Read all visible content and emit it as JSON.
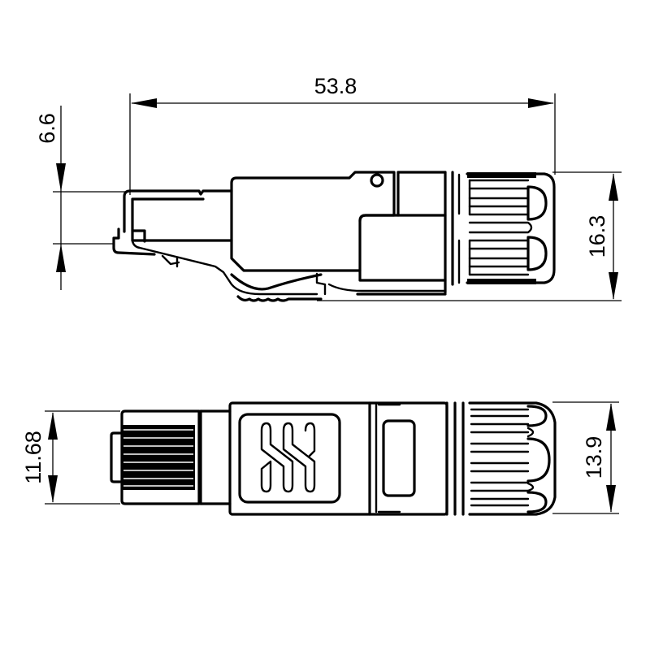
{
  "drawing": {
    "subject": "RJ45 field-termination connector",
    "units": "mm",
    "side_view": {
      "dimensions": {
        "overall_length": "53.8",
        "plug_height": "6.6",
        "housing_height": "16.3"
      }
    },
    "top_view": {
      "dimensions": {
        "plug_width": "11.68",
        "housing_width": "13.9"
      }
    },
    "colors": {
      "line": "#000000",
      "background": "#ffffff"
    }
  }
}
